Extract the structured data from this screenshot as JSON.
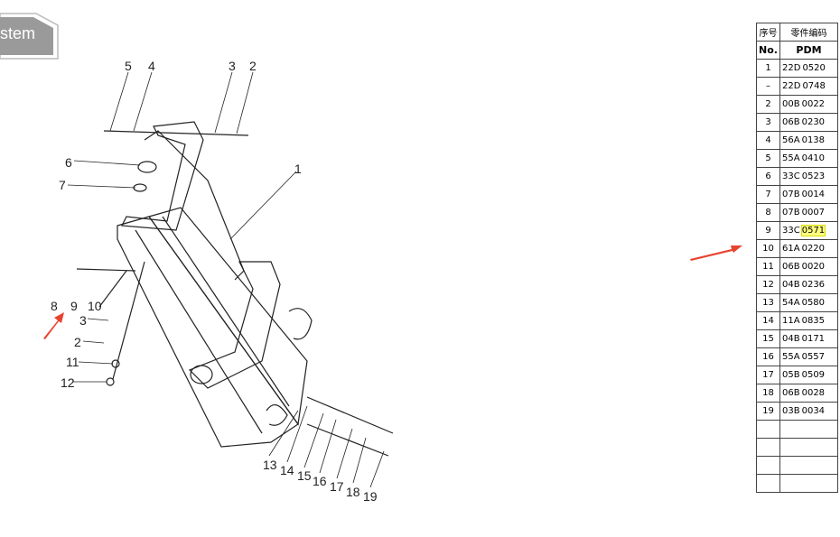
{
  "button": {
    "label": "stem"
  },
  "table": {
    "header_cn": [
      "序号",
      "零件编码"
    ],
    "header_en": [
      "No.",
      "PDM"
    ],
    "rows": [
      {
        "no": "1",
        "pre": "22D",
        "num": "0520"
      },
      {
        "no": "–",
        "pre": "22D",
        "num": "0748"
      },
      {
        "no": "2",
        "pre": "00B",
        "num": "0022"
      },
      {
        "no": "3",
        "pre": "06B",
        "num": "0230"
      },
      {
        "no": "4",
        "pre": "56A",
        "num": "0138"
      },
      {
        "no": "5",
        "pre": "55A",
        "num": "0410"
      },
      {
        "no": "6",
        "pre": "33C",
        "num": "0523"
      },
      {
        "no": "7",
        "pre": "07B",
        "num": "0014"
      },
      {
        "no": "8",
        "pre": "07B",
        "num": "0007"
      },
      {
        "no": "9",
        "pre": "33C",
        "num": "0571",
        "highlight": true
      },
      {
        "no": "10",
        "pre": "61A",
        "num": "0220"
      },
      {
        "no": "11",
        "pre": "06B",
        "num": "0020"
      },
      {
        "no": "12",
        "pre": "04B",
        "num": "0236"
      },
      {
        "no": "13",
        "pre": "54A",
        "num": "0580"
      },
      {
        "no": "14",
        "pre": "11A",
        "num": "0835"
      },
      {
        "no": "15",
        "pre": "04B",
        "num": "0171"
      },
      {
        "no": "16",
        "pre": "55A",
        "num": "0557"
      },
      {
        "no": "17",
        "pre": "05B",
        "num": "0509"
      },
      {
        "no": "18",
        "pre": "06B",
        "num": "0028"
      },
      {
        "no": "19",
        "pre": "03B",
        "num": "0034"
      },
      {
        "no": "",
        "pre": "",
        "num": ""
      },
      {
        "no": "",
        "pre": "",
        "num": ""
      },
      {
        "no": "",
        "pre": "",
        "num": ""
      },
      {
        "no": "",
        "pre": "",
        "num": ""
      }
    ]
  },
  "callouts": [
    "5",
    "4",
    "3",
    "2",
    "1",
    "6",
    "7",
    "8",
    "9",
    "10",
    "3",
    "2",
    "11",
    "12",
    "13",
    "14",
    "15",
    "16",
    "17",
    "18",
    "19"
  ],
  "colors": {
    "arrow": "#e8432f",
    "highlight": "#ffff80",
    "button": "#9a9a9a"
  }
}
